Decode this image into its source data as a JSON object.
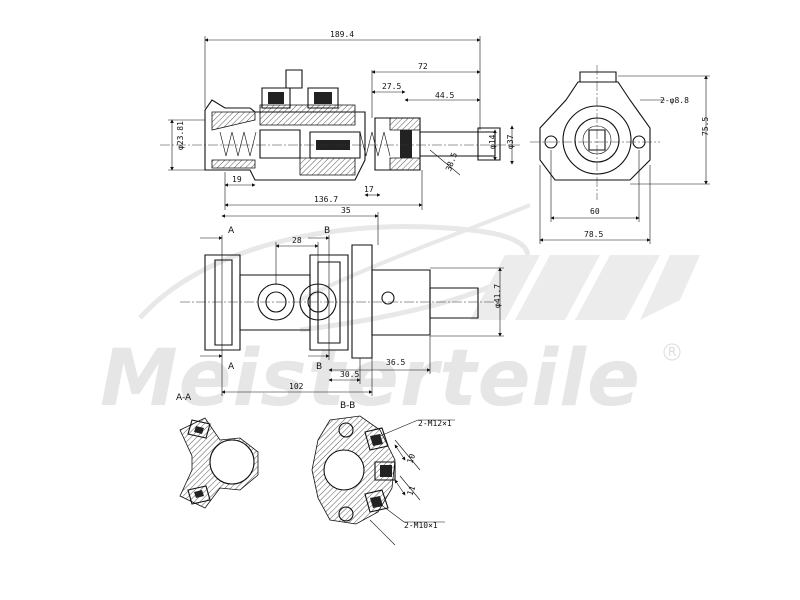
{
  "watermark": {
    "brand": "Meisterteile",
    "registered": "R"
  },
  "sections": {
    "aa": "A-A",
    "bb": "B-B",
    "cut_a_top": "A",
    "cut_a_bottom": "A",
    "cut_b_top": "B",
    "cut_b_bottom": "B"
  },
  "dimensions": {
    "overall_length": "189.4",
    "d72": "72",
    "d27_5": "27.5",
    "d44_5": "44.5",
    "bore": "φ23.81",
    "d14": "φ14",
    "d37": "φ37",
    "thread": "38.5",
    "d19": "19",
    "d17": "17",
    "d136_7": "136.7",
    "holes": "2-φ8.8",
    "height": "75.5",
    "width60": "60",
    "width78_5": "78.5",
    "d35": "35",
    "d28": "28",
    "d41_7": "φ41.7",
    "d36_5": "36.5",
    "d30_5": "30.5",
    "d102": "102",
    "m12": "2-M12×1",
    "m10": "2-M10×1",
    "d10": "10",
    "d11": "11"
  }
}
